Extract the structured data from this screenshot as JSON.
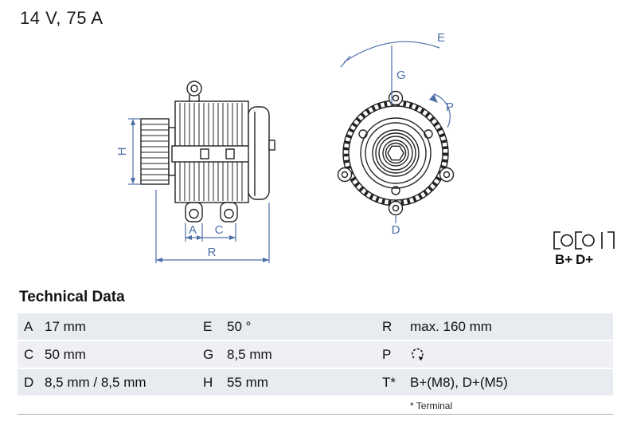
{
  "header": {
    "rating": "14 V, 75 A"
  },
  "drawing": {
    "labels": {
      "H": "H",
      "A": "A",
      "C": "C",
      "R": "R",
      "E": "E",
      "G": "G",
      "P": "P",
      "D": "D"
    },
    "dimension_color": "#4d6fa8"
  },
  "terminals": {
    "b": "B+",
    "d": "D+"
  },
  "technical_data": {
    "title": "Technical Data",
    "rows": [
      [
        {
          "key": "A",
          "value": "17 mm"
        },
        {
          "key": "E",
          "value": "50 °"
        },
        {
          "key": "R",
          "value": "max. 160 mm"
        }
      ],
      [
        {
          "key": "C",
          "value": "50 mm"
        },
        {
          "key": "G",
          "value": "8,5 mm"
        },
        {
          "key": "P",
          "value": "",
          "icon": "rotation-direction-icon"
        }
      ],
      [
        {
          "key": "D",
          "value": "8,5 mm / 8,5 mm"
        },
        {
          "key": "H",
          "value": "55 mm"
        },
        {
          "key": "T*",
          "value": "B+(M8), D+(M5)"
        }
      ]
    ],
    "footnote": "* Terminal"
  }
}
